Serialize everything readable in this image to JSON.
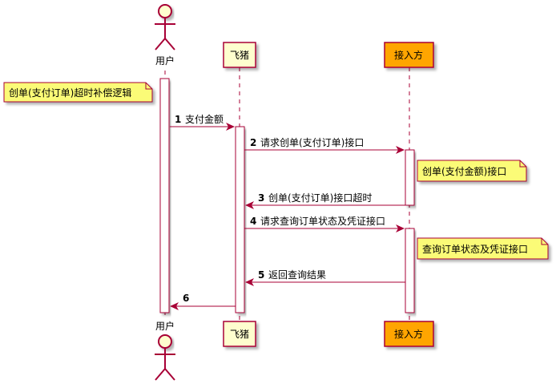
{
  "participants": {
    "user": "用户",
    "feizhu": "飞猪",
    "provider": "接入方"
  },
  "colors": {
    "line": "#A80036",
    "note": "#FBFB77",
    "participant": "#FEFECE",
    "provider": "#FFA500"
  },
  "notes": [
    "创单(支付订单)超时补偿逻辑",
    "创单(支付金额)接口",
    "查询订单状态及凭证接口"
  ],
  "messages": [
    {
      "num": "1",
      "label": "支付金额"
    },
    {
      "num": "2",
      "label": "请求创单(支付订单)接口"
    },
    {
      "num": "3",
      "label": "创单(支付订单)接口超时"
    },
    {
      "num": "4",
      "label": "请求查询订单状态及凭证接口"
    },
    {
      "num": "5",
      "label": "返回查询结果"
    },
    {
      "num": "6",
      "label": ""
    }
  ]
}
